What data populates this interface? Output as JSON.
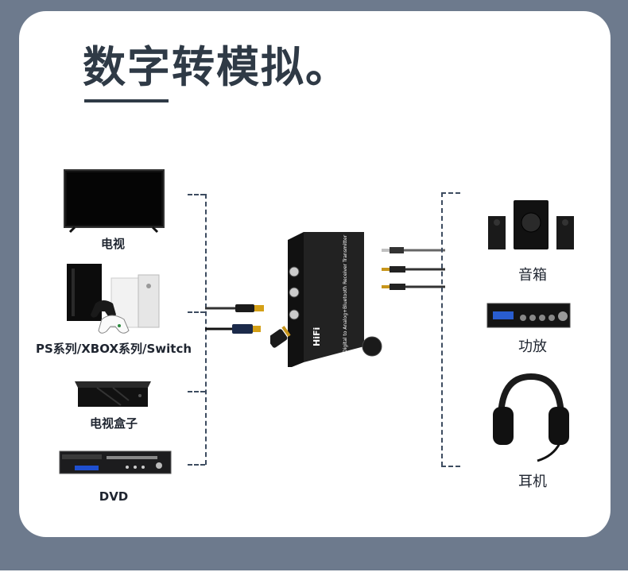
{
  "header": {
    "title": "数字转模拟。"
  },
  "sources": [
    {
      "name": "tv",
      "label": "电视"
    },
    {
      "name": "consoles",
      "label": "PS系列/XBOX系列/Switch"
    },
    {
      "name": "tv-box",
      "label": "电视盒子"
    },
    {
      "name": "dvd",
      "label": "DVD"
    }
  ],
  "outputs": [
    {
      "name": "speakers",
      "label": "音箱"
    },
    {
      "name": "amplifier",
      "label": "功放"
    },
    {
      "name": "headphones",
      "label": "耳机"
    }
  ],
  "device": {
    "badge": "HiFi",
    "side_text": "Digital to Analog+Bluetooth Receiver Transmitter"
  },
  "colors": {
    "background": "#6d7a8d",
    "card": "#ffffff",
    "title": "#2f3a46",
    "connector": "#3d4c60"
  }
}
